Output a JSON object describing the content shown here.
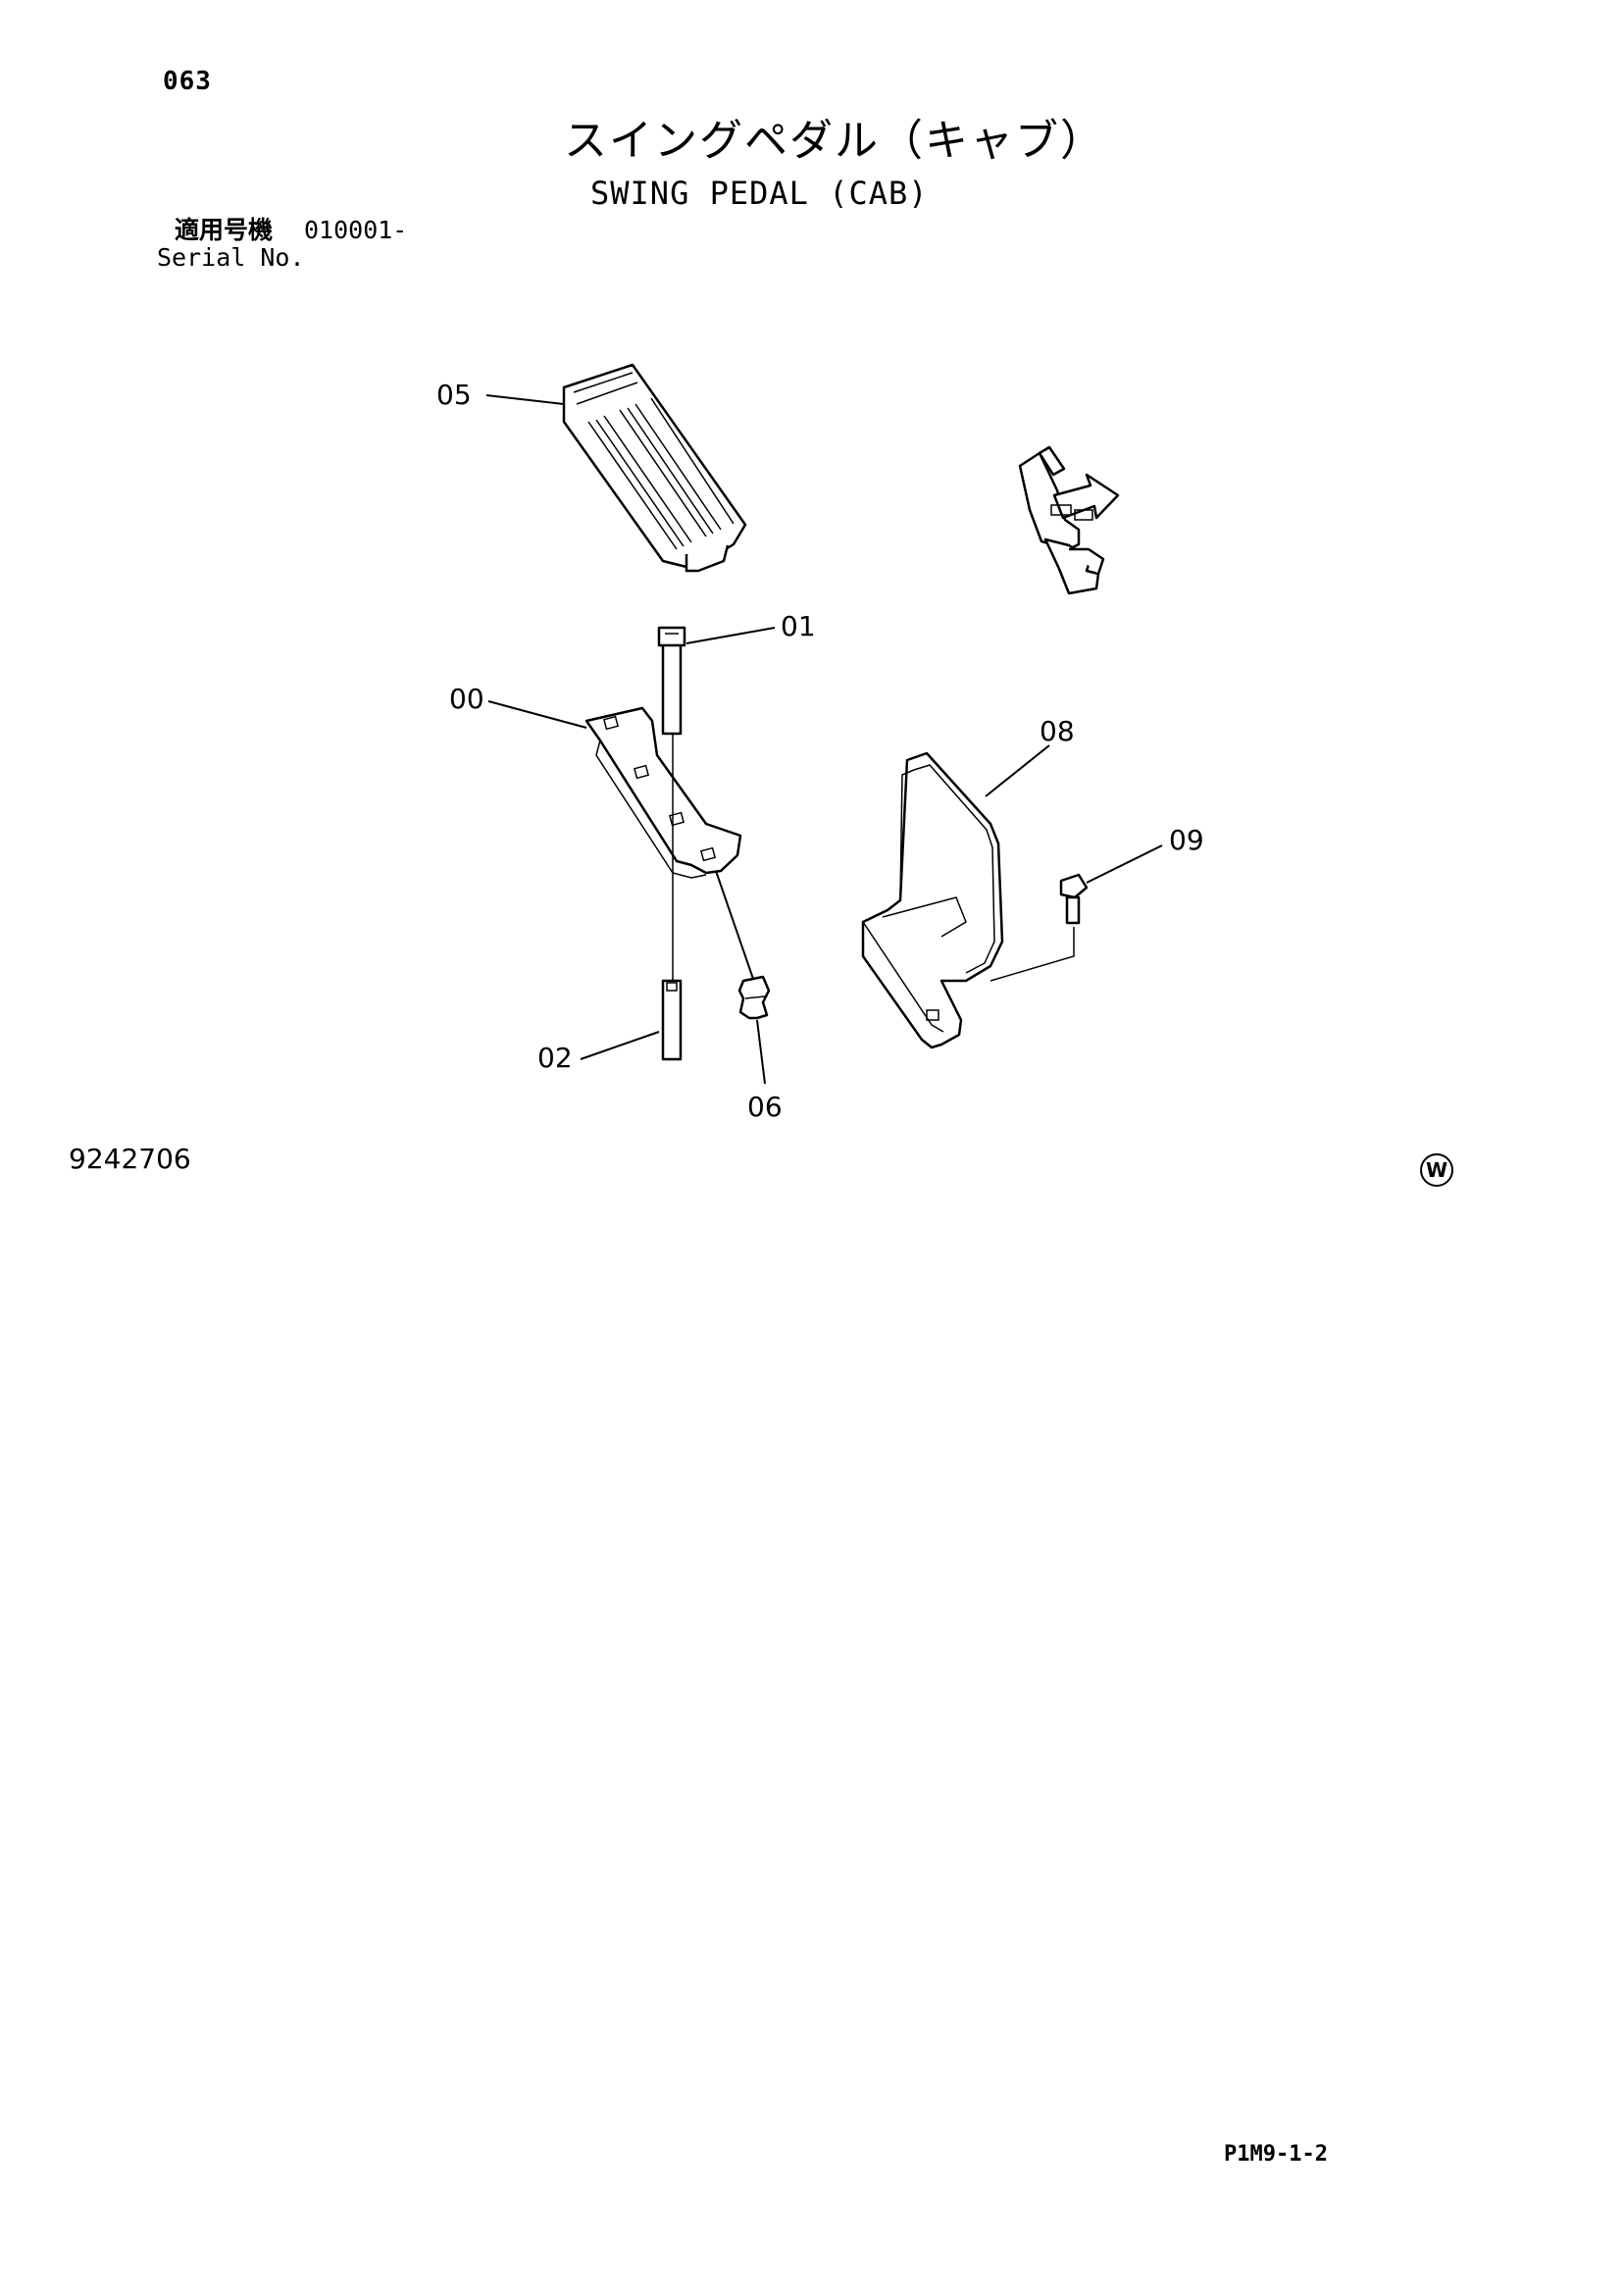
{
  "header": {
    "page_code": "063",
    "title_jp": "スイングペダル（キャブ）",
    "title_en": "SWING PEDAL (CAB)",
    "applicability_jp": "適用号機",
    "serial_from": "010001-",
    "serial_label": "Serial No."
  },
  "callouts": {
    "c00": "00",
    "c01": "01",
    "c02": "02",
    "c05": "05",
    "c06": "06",
    "c08": "08",
    "c09": "09"
  },
  "footer": {
    "drawing_number": "9242706",
    "mark": "W",
    "page_ref": "P1M9-1-2"
  }
}
